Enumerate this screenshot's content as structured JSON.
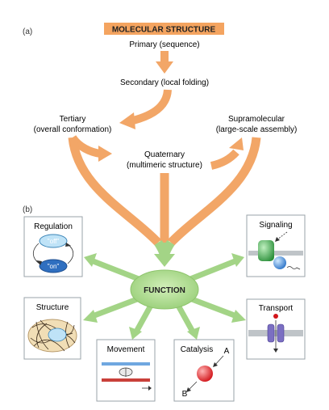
{
  "panel_a": {
    "label": "(a)",
    "header": "MOLECULAR STRUCTURE",
    "primary": "Primary (sequence)",
    "secondary": "Secondary (local folding)",
    "tertiary_line1": "Tertiary",
    "tertiary_line2": "(overall conformation)",
    "supramolecular_line1": "Supramolecular",
    "supramolecular_line2": "(large-scale assembly)",
    "quaternary_line1": "Quaternary",
    "quaternary_line2": "(multimeric structure)"
  },
  "panel_b": {
    "label": "(b)",
    "center": "FUNCTION",
    "regulation": {
      "title": "Regulation",
      "off": "\"off\"",
      "on": "\"on\""
    },
    "signaling": {
      "title": "Signaling"
    },
    "structure": {
      "title": "Structure"
    },
    "transport": {
      "title": "Transport"
    },
    "movement": {
      "title": "Movement"
    },
    "catalysis": {
      "title": "Catalysis",
      "a": "A",
      "b": "B"
    }
  },
  "colors": {
    "arrow_orange": "#f2a667",
    "header_fill": "#f4a460",
    "arrow_green": "#a3d486",
    "function_fill": "#b3dc94",
    "box_border": "#9aa3a8"
  }
}
